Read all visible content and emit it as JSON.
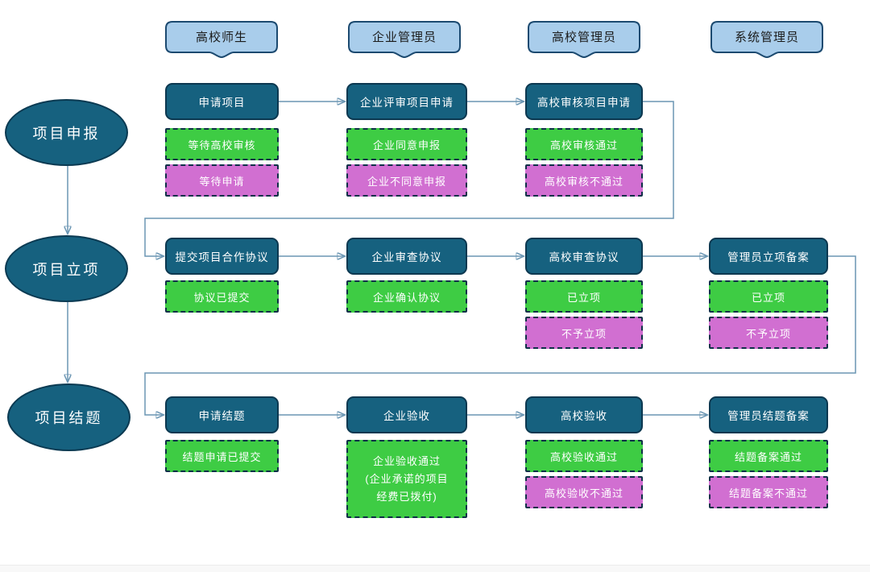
{
  "diagram": {
    "lanes": [
      {
        "label": "高校师生"
      },
      {
        "label": "企业管理员"
      },
      {
        "label": "高校管理员"
      },
      {
        "label": "系统管理员"
      }
    ],
    "phases": [
      {
        "label": "项目申报"
      },
      {
        "label": "项目立项"
      },
      {
        "label": "项目结题"
      }
    ],
    "rows": [
      {
        "cells": [
          {
            "action": "申请项目",
            "statuses": [
              {
                "text": "等待高校审核"
              },
              {
                "text": "等待申请"
              }
            ]
          },
          {
            "action": "企业评审项目申请",
            "statuses": [
              {
                "text": "企业同意申报"
              },
              {
                "text": "企业不同意申报"
              }
            ]
          },
          {
            "action": "高校审核项目申请",
            "statuses": [
              {
                "text": "高校审核通过"
              },
              {
                "text": "高校审核不通过"
              }
            ]
          }
        ]
      },
      {
        "cells": [
          {
            "action": "提交项目合作协议",
            "statuses": [
              {
                "text": "协议已提交"
              }
            ]
          },
          {
            "action": "企业审查协议",
            "statuses": [
              {
                "text": "企业确认协议"
              }
            ]
          },
          {
            "action": "高校审查协议",
            "statuses": [
              {
                "text": "已立项"
              },
              {
                "text": "不予立项"
              }
            ]
          },
          {
            "action": "管理员立项备案",
            "statuses": [
              {
                "text": "已立项"
              },
              {
                "text": "不予立项"
              }
            ]
          }
        ]
      },
      {
        "cells": [
          {
            "action": "申请结题",
            "statuses": [
              {
                "text": "结题申请已提交"
              }
            ]
          },
          {
            "action": "企业验收",
            "status_lines": [
              "企业验收通过",
              "(企业承诺的项目",
              "经费已拨付)"
            ]
          },
          {
            "action": "高校验收",
            "statuses": [
              {
                "text": "高校验收通过"
              },
              {
                "text": "高校验收不通过"
              }
            ]
          },
          {
            "action": "管理员结题备案",
            "statuses": [
              {
                "text": "结题备案通过"
              },
              {
                "text": "结题备案不通过"
              }
            ]
          }
        ]
      }
    ],
    "colors": {
      "action_fill": "#16617F",
      "action_border": "#0C3850",
      "pass_fill": "#3ECC44",
      "fail_fill": "#D16FD1",
      "status_border": "#0F3048",
      "lane_fill": "#A9CDEB",
      "lane_border": "#1C4A70",
      "connector": "#6B96B3",
      "arrowhead": "#1B607F"
    }
  }
}
